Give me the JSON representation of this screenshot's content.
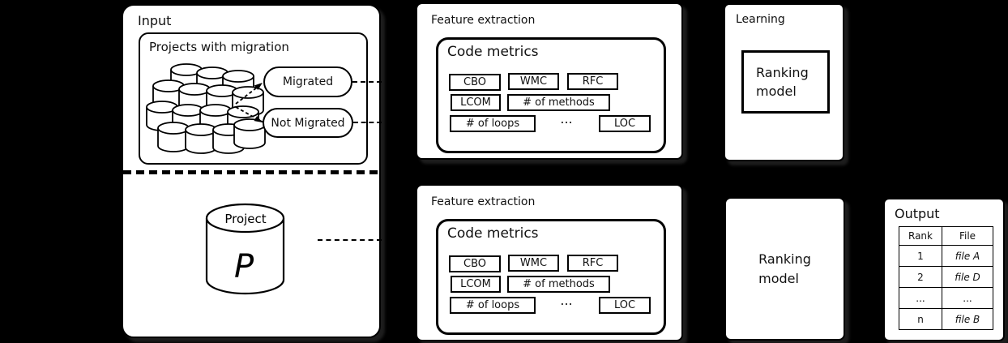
{
  "colors": {
    "background": "#000000",
    "box_fill": "#ffffff",
    "line": "#000000"
  },
  "input": {
    "title": "Input",
    "projects_group_title": "Projects with migration",
    "migrated_label": "Migrated",
    "not_migrated_label": "Not Migrated",
    "project": {
      "label": "Project",
      "name": "P"
    }
  },
  "feature_extraction": {
    "title": "Feature extraction",
    "code_metrics": {
      "title": "Code metrics",
      "rows": [
        [
          "CBO",
          "WMC",
          "RFC"
        ],
        [
          "LCOM",
          "# of methods"
        ],
        [
          "# of loops",
          "...",
          "LOC"
        ]
      ]
    }
  },
  "learning": {
    "title": "Learning",
    "model_line1": "Ranking",
    "model_line2": "model"
  },
  "ranking_apply": {
    "line1": "Ranking",
    "line2": "model"
  },
  "output": {
    "title": "Output",
    "table": {
      "headers": [
        "Rank",
        "File"
      ],
      "rows": [
        [
          "1",
          "file A"
        ],
        [
          "2",
          "file D"
        ],
        [
          "...",
          "..."
        ],
        [
          "n",
          "file B"
        ]
      ]
    }
  }
}
